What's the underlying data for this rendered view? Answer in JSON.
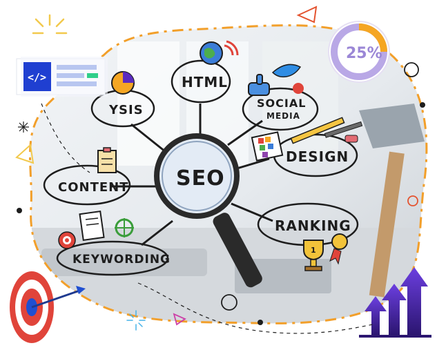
{
  "illustration": {
    "center_word": "SEO",
    "branches": {
      "html": "HTML",
      "social_line1": "SOCIAL",
      "social_line2": "MEDIA",
      "design": "DESIGN",
      "ranking": "RANKING",
      "keywording": "KEYWORDING",
      "content": "CONTENT",
      "analysis_partial": "YSIS"
    },
    "code_window_label": "</>",
    "percent_badge": "25%",
    "medal_number": "1"
  },
  "colors": {
    "blob_border": "#f29f2a",
    "accent_orange": "#f5a623",
    "accent_purple": "#5b2bbf",
    "accent_blue": "#1f4fd1",
    "target_red": "#e0443a",
    "badge_ring": "#9b87d6",
    "dark": "#1d1d1d"
  },
  "icons": [
    "code-window-icon",
    "percent-badge-icon",
    "target-icon",
    "growth-arrows-icon",
    "magnifier-icon",
    "globe-icon",
    "thumbs-up-icon",
    "trophy-icon",
    "medal-icon",
    "pencil-icon",
    "palette-icon",
    "clipboard-icon",
    "document-icon",
    "crosshair-icon",
    "bird-icon"
  ]
}
